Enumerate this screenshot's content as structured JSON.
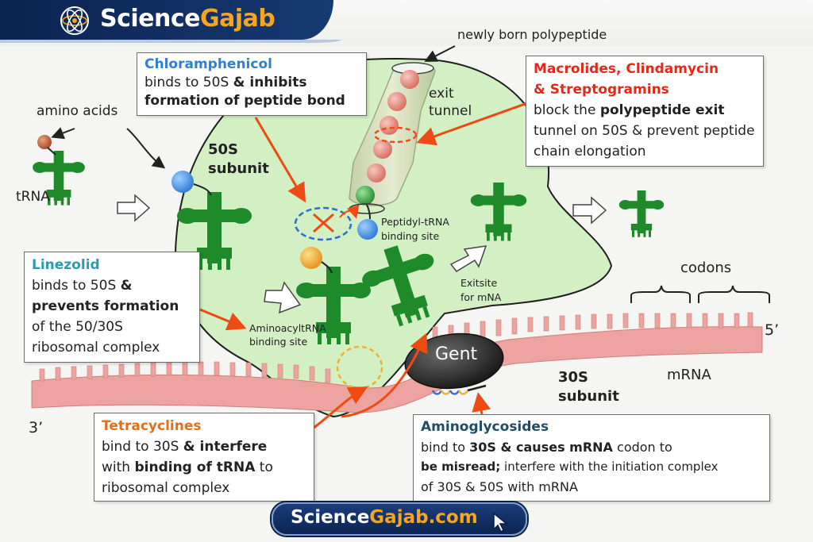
{
  "brand": {
    "name_part1": "Science",
    "name_part2": "Gajab",
    "icon": "atom-icon"
  },
  "footer": {
    "url_part1": "Science",
    "url_part2": "Gajab.com",
    "icon": "cursor-icon"
  },
  "labels": {
    "newly_born_polypeptide": "newly born polypeptide",
    "amino_acids": "amino acids",
    "trna": "tRNA",
    "exit_tunnel_1": "exit",
    "exit_tunnel_2": "tunnel",
    "subunit_50s_1": "50S",
    "subunit_50s_2": "subunit",
    "peptidyl_site_1": "Peptidyl-tRNA",
    "peptidyl_site_2": "binding site",
    "aminoacyl_site_1": "AminoacyltRNA",
    "aminoacyl_site_2": "binding site",
    "exit_site_1": "Exitsite",
    "exit_site_2": "for mNA",
    "codons": "codons",
    "five_prime": "5’",
    "three_prime": "3’",
    "mrna": "mRNA",
    "subunit_30s_1": "30S",
    "subunit_30s_2": "subunit",
    "gent": "Gent"
  },
  "callouts": {
    "chloramphenicol": {
      "title": "Chloramphenicol",
      "line1": "binds to 50S ",
      "line1_bold": "& inhibits",
      "line2_bold": "formation of peptide bond"
    },
    "macrolides": {
      "title1": "Macrolides, Clindamycin",
      "title2": "& Streptogramins",
      "line1": "block the ",
      "line1_bold": "polypeptide exit",
      "line2": "tunnel on 50S & prevent peptide",
      "line3": "chain elongation"
    },
    "linezolid": {
      "title": "Linezolid",
      "line1": "binds to 50S ",
      "line1_bold": "&",
      "line2_bold": "prevents formation",
      "line3": "of the 50/30S",
      "line4": "ribosomal complex"
    },
    "tetracyclines": {
      "title": "Tetracyclines",
      "line1": "bind to 30S ",
      "line1_bold": "& interfere",
      "line2": "with ",
      "line2_bold": "binding of tRNA",
      "line2_end": " to",
      "line3": "ribosomal complex"
    },
    "aminoglycosides": {
      "title": "Aminoglycosides",
      "line1": "bind to ",
      "line1_bold": "30S & causes mRNA",
      "line1_end": " codon to",
      "line2_bold": "be misread;",
      "line2": " interfere with the initiation complex",
      "line3": "of 30S & 50S with mRNA"
    }
  },
  "colors": {
    "ribosome_50s": "#d3f0c4",
    "ribosome_outline": "#1f1f1f",
    "trna": "#1e8a2a",
    "mrna": "#eda3a0",
    "arrow": "#ee4b14",
    "header": "#0b2350",
    "brand_accent": "#f4a521"
  }
}
